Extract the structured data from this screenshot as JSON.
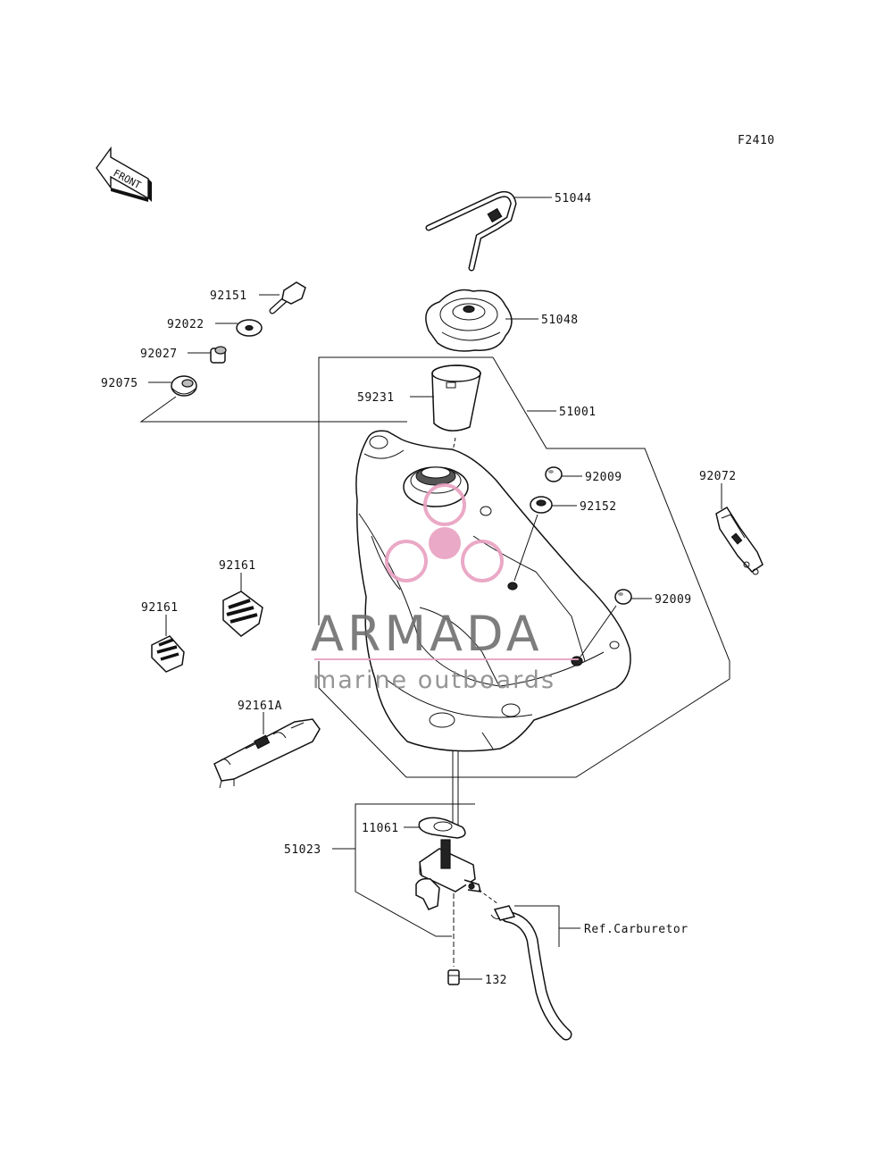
{
  "figure_code": "F2410",
  "front_label": "FRONT",
  "parts": {
    "p51044": "51044",
    "p51048": "51048",
    "p92151": "92151",
    "p92022": "92022",
    "p92027": "92027",
    "p92075": "92075",
    "p59231": "59231",
    "p51001": "51001",
    "p92009a": "92009",
    "p92152": "92152",
    "p92072": "92072",
    "p92009b": "92009",
    "p92161a": "92161",
    "p92161b": "92161",
    "p92161A": "92161A",
    "p11061": "11061",
    "p51023": "51023",
    "p132": "132",
    "ref_carb": "Ref.Carburetor"
  },
  "watermark": {
    "brand": "ARMADA",
    "tagline": "marine outboards",
    "accent_color": "#e8a0c0"
  }
}
